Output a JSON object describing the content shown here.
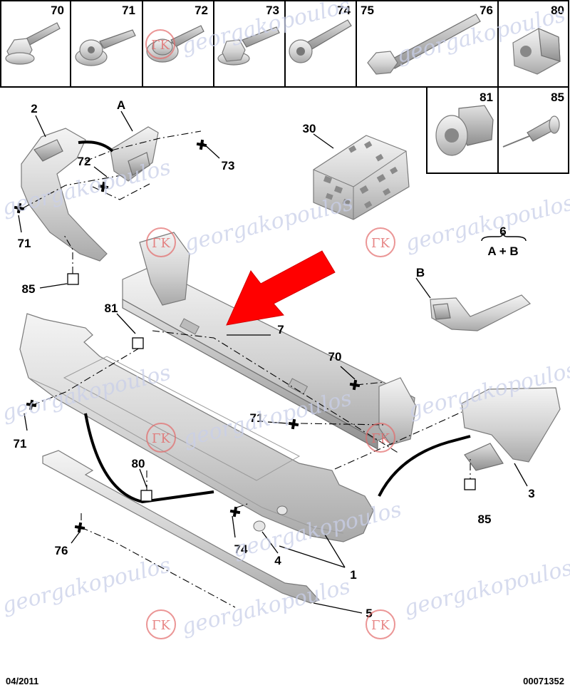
{
  "fastener_row": [
    {
      "num": "70",
      "icon": "hex-flange-screw-icon"
    },
    {
      "num": "71",
      "icon": "washer-tapping-screw-icon"
    },
    {
      "num": "72",
      "icon": "wood-screw-icon"
    },
    {
      "num": "73",
      "icon": "flange-screw-icon"
    },
    {
      "num": "74",
      "icon": "torx-bolt-icon"
    },
    {
      "num": "75",
      "icon": "long-bolt-icon"
    },
    {
      "num": "76",
      "icon": "long-bolt-icon"
    },
    {
      "num": "80",
      "icon": "clip-nut-icon"
    }
  ],
  "fastener_row2": [
    {
      "num": "81",
      "icon": "plastic-nut-icon"
    },
    {
      "num": "85",
      "icon": "rivet-icon"
    }
  ],
  "callouts": {
    "c2": "2",
    "cA": "A",
    "c72": "72",
    "c73": "73",
    "c71a": "71",
    "c85a": "85",
    "c30": "30",
    "c6": "6",
    "cAB": "A + B",
    "cB": "B",
    "c81": "81",
    "c7": "7",
    "c70": "70",
    "c71b": "71",
    "c71c": "71",
    "c80": "80",
    "c74": "74",
    "c4": "4",
    "c1": "1",
    "c76": "76",
    "c5": "5",
    "c3": "3",
    "c85b": "85"
  },
  "watermark": {
    "text": "georgakopoulos",
    "logo_letters": "ΓΚ"
  },
  "footer": {
    "date": "04/2011",
    "code": "00071352"
  },
  "colors": {
    "arrow": "#ff0000",
    "watermark_logo": "#e26a6a",
    "watermark_text": "#c9cfe9"
  }
}
